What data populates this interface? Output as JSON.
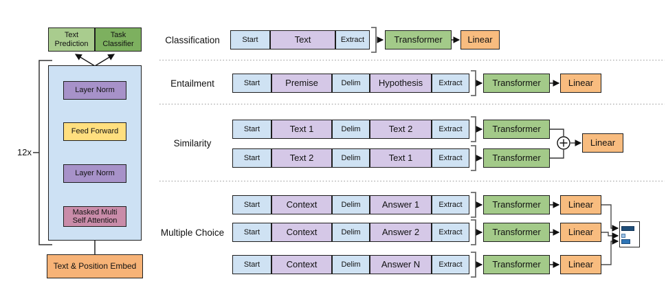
{
  "left_panel": {
    "repeat_label": "12x",
    "text_prediction": "Text Prediction",
    "task_classifier": "Task Classifier",
    "layer_norm_top": "Layer Norm",
    "feed_forward": "Feed Forward",
    "layer_norm_bottom": "Layer Norm",
    "masked_attention": "Masked Multi Self Attention",
    "embed": "Text & Position Embed"
  },
  "tasks": [
    {
      "label": "Classification",
      "rows": [
        {
          "tokens": [
            "Start",
            "Text",
            "Extract"
          ],
          "transformer": "Transformer",
          "linear": "Linear"
        }
      ]
    },
    {
      "label": "Entailment",
      "rows": [
        {
          "tokens": [
            "Start",
            "Premise",
            "Delim",
            "Hypothesis",
            "Extract"
          ],
          "transformer": "Transformer",
          "linear": "Linear"
        }
      ]
    },
    {
      "label": "Similarity",
      "rows": [
        {
          "tokens": [
            "Start",
            "Text 1",
            "Delim",
            "Text 2",
            "Extract"
          ],
          "transformer": "Transformer"
        },
        {
          "tokens": [
            "Start",
            "Text 2",
            "Delim",
            "Text 1",
            "Extract"
          ],
          "transformer": "Transformer"
        }
      ],
      "linear": "Linear"
    },
    {
      "label": "Multiple Choice",
      "rows": [
        {
          "tokens": [
            "Start",
            "Context",
            "Delim",
            "Answer 1",
            "Extract"
          ],
          "transformer": "Transformer",
          "linear": "Linear"
        },
        {
          "tokens": [
            "Start",
            "Context",
            "Delim",
            "Answer 2",
            "Extract"
          ],
          "transformer": "Transformer",
          "linear": "Linear"
        },
        {
          "tokens": [
            "Start",
            "Context",
            "Delim",
            "Answer N",
            "Extract"
          ],
          "transformer": "Transformer",
          "linear": "Linear"
        }
      ]
    }
  ],
  "colors": {
    "token_blue": "#cfe2f3",
    "token_purple": "#d5c8e7",
    "transformer_green": "#a3ca89",
    "linear_orange": "#f8bc7f",
    "layer_norm_purple": "#a792c9",
    "feed_forward_yellow": "#ffdf7f",
    "attention_pink": "#c98ca9",
    "block_blue": "#cde1f4",
    "embed_orange": "#f7b377",
    "prediction_green_light": "#a9cc8e",
    "classifier_green_dark": "#7db05f",
    "bar_dark": "#1f4e79",
    "bar_light": "#9dc3e6",
    "bar_mid": "#2e75b6"
  }
}
